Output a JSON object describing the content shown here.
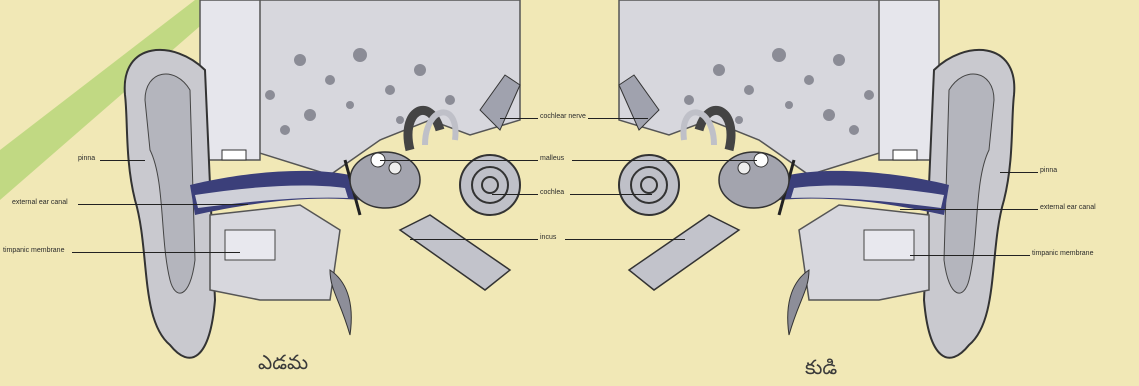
{
  "labels": {
    "pinna": "pinna",
    "external_ear_canal": "external ear canal",
    "timpanic_membrane": "timpanic membrane",
    "cochlear_nerve": "cochlear nerve",
    "malleus": "malleus",
    "cochlea": "cochlea",
    "incus": "incus"
  },
  "captions": {
    "left": "ఎడమ",
    "right": "కుడి"
  },
  "colors": {
    "background": "#f1e8b6",
    "accent_stripe": "#b9d67a",
    "skin": "#c9c9cf",
    "bone": "#dcdce2",
    "canal": "#3b3f7a",
    "dark": "#6e6f7a"
  }
}
